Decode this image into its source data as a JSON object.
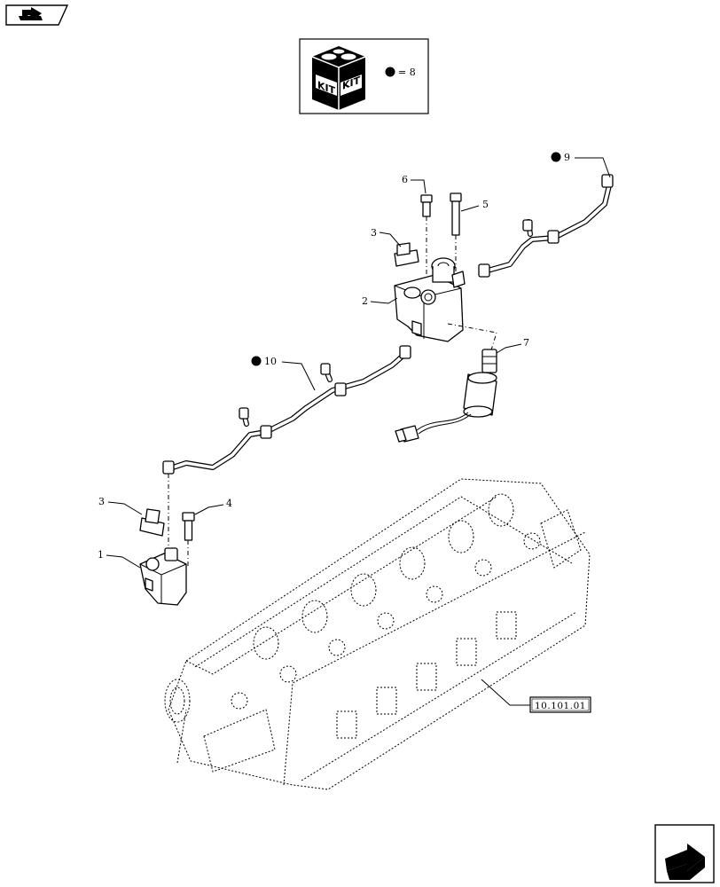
{
  "kit_box": {
    "kit_word_left": "KIT",
    "kit_word_right": "KIT",
    "legend": "= 8"
  },
  "callouts": {
    "c1": "1",
    "c2": "2",
    "c3_top": "3",
    "c3_bottom": "3",
    "c4": "4",
    "c5": "5",
    "c6": "6",
    "c7": "7",
    "c9": "9",
    "c10": "10"
  },
  "reference": {
    "code": "10.101.01"
  },
  "icons": {
    "top_left": "previous-page-icon",
    "bottom_right": "next-page-icon",
    "kit": "kit-box-icon"
  },
  "colors": {
    "ink": "#000000",
    "paper": "#ffffff"
  }
}
